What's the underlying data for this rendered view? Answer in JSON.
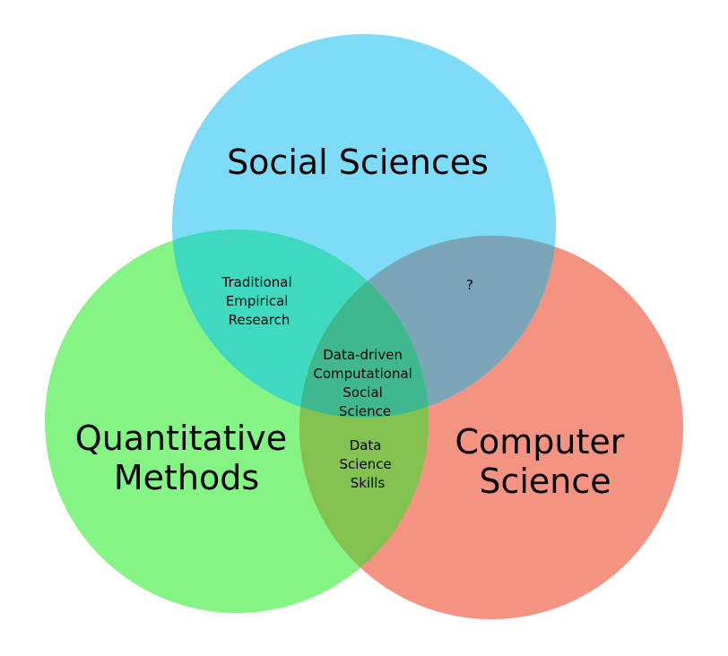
{
  "sets": [
    {
      "id": "social",
      "label_lines": [
        "Social Sciences"
      ],
      "color": "#7fdcf8"
    },
    {
      "id": "quant",
      "label_lines": [
        "Quantitative",
        "Methods"
      ],
      "color": "#84f584"
    },
    {
      "id": "cs",
      "label_lines": [
        "Computer",
        "Science"
      ],
      "color": "#f59382"
    }
  ],
  "intersections": {
    "social_quant": {
      "lines": [
        "Traditional",
        "Empirical",
        "Research"
      ],
      "color": "#3fd9c0"
    },
    "social_cs": {
      "lines": [
        "?"
      ],
      "color": "#7aa6b8"
    },
    "quant_cs": {
      "lines": [
        "Data",
        "Science",
        "Skills"
      ],
      "color": "#84c24f"
    },
    "all": {
      "lines": [
        "Data-driven",
        "Computational",
        "Social",
        "Science"
      ],
      "color": "#3fb890"
    }
  }
}
